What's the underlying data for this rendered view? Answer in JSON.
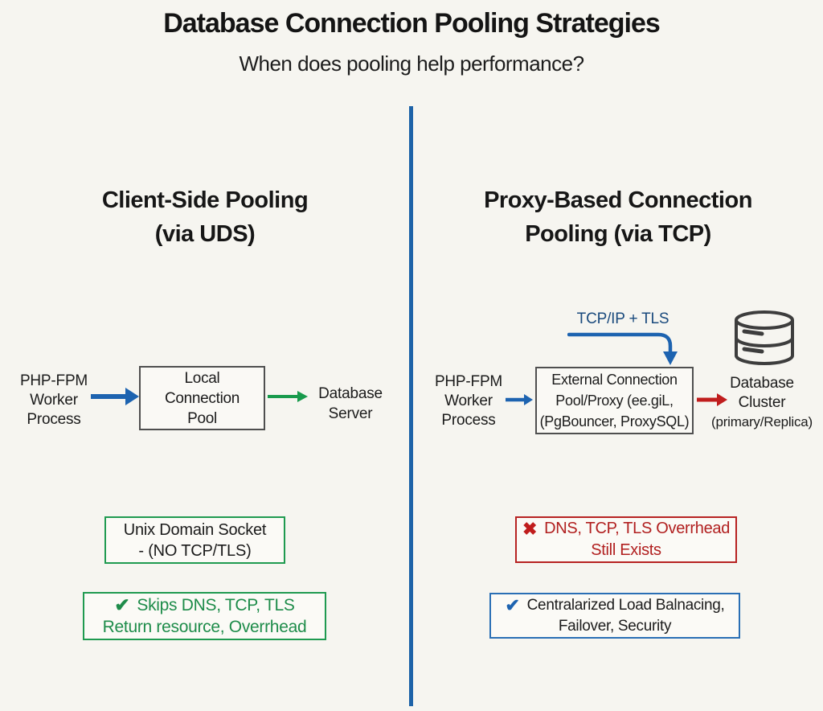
{
  "header": {
    "title": "Database Connection Pooling Strategies",
    "subtitle": "When does pooling help performance?"
  },
  "left": {
    "heading_line1": "Client-Side Pooling",
    "heading_line2": "(via UDS)",
    "flow": {
      "source_lines": [
        "PHP-FPM",
        "Worker",
        "Process"
      ],
      "pool_box_lines": [
        "Local",
        "Connection",
        "Pool"
      ],
      "target_lines": [
        "Database",
        "Server"
      ]
    },
    "note_uds": {
      "line1": "Unix Domain Socket",
      "line2": "- (NO TCP/TLS)"
    },
    "note_skips": {
      "check": "✔",
      "line1": "Skips DNS, TCP, TLS",
      "line2": "Return resource, Overrhead"
    }
  },
  "right": {
    "heading_line1": "Proxy-Based Connection",
    "heading_line2": "Pooling (via TCP)",
    "tcp_label": "TCP/IP + TLS",
    "flow": {
      "source_lines": [
        "PHP-FPM",
        "Worker",
        "Process"
      ],
      "pool_box_lines": [
        "External Connection",
        "Pool/Proxy (ee.giL,",
        "(PgBouncer, ProxySQL)"
      ],
      "target_lines": [
        "Database",
        "Cluster",
        "(primary/Replica)"
      ]
    },
    "note_overhead": {
      "cross": "✖",
      "line1": "DNS, TCP, TLS Overrhead",
      "line2": "Still Exists"
    },
    "note_central": {
      "check": "✔",
      "line1": "Centralarized Load Balnacing,",
      "line2": "Failover, Security"
    }
  },
  "colors": {
    "background": "#f6f5f0",
    "divider_blue": "#1e63a8",
    "arrow_blue": "#1d63b0",
    "arrow_green": "#189a4c",
    "arrow_red": "#c01d1d",
    "tcp_label_navy": "#1a4a7d",
    "green_border": "#1f9a50",
    "green_text": "#1e8c4a",
    "red_border": "#b72222",
    "red_text": "#b11f1f",
    "blue_border": "#2a6fb5",
    "box_border_gray": "#4f4f4f",
    "text": "#1b1b1b"
  }
}
